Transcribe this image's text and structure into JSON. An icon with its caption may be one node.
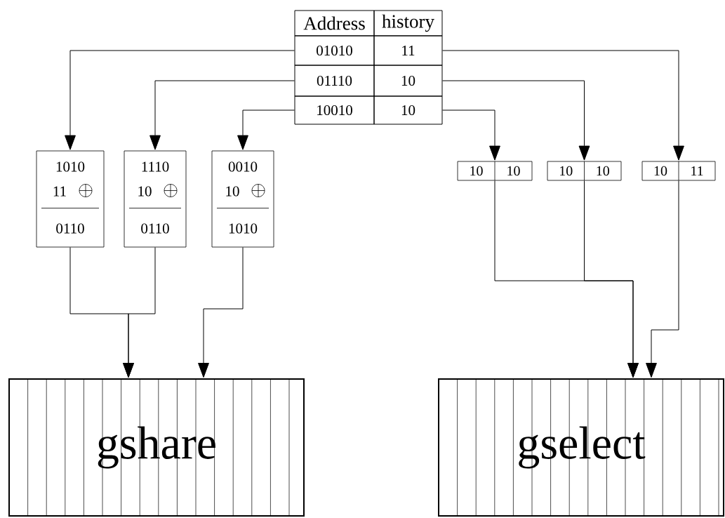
{
  "diagram": {
    "nodes": [
      {
        "text": [
          "Address"
        ]
      },
      {
        "text": [
          "history"
        ]
      },
      {
        "text": [
          "01010"
        ]
      },
      {
        "text": [
          "11"
        ]
      },
      {
        "text": [
          "01110"
        ]
      },
      {
        "text": [
          "10"
        ]
      },
      {
        "text": [
          "10010"
        ]
      },
      {
        "text": [
          "10"
        ]
      },
      {
        "text": [
          "1010",
          "11",
          "0110"
        ]
      },
      {
        "text": [
          "1110",
          "10",
          "0110"
        ]
      },
      {
        "text": [
          "0010",
          "10",
          "1010"
        ]
      },
      {
        "text": [
          "10",
          "10"
        ]
      },
      {
        "text": [
          "10",
          "10"
        ]
      },
      {
        "text": [
          "10",
          "11"
        ]
      },
      {
        "text": [
          "gshare"
        ]
      },
      {
        "text": [
          "gselect"
        ]
      }
    ],
    "edges": [
      {
        "from": 2,
        "to": 8,
        "arrow": "to"
      },
      {
        "from": 4,
        "to": 9,
        "arrow": "to"
      },
      {
        "from": 6,
        "to": 10,
        "arrow": "to"
      },
      {
        "from": 3,
        "to": 13,
        "arrow": "to"
      },
      {
        "from": 5,
        "to": 12,
        "arrow": "to"
      },
      {
        "from": 7,
        "to": 11,
        "arrow": "to"
      },
      {
        "from": 8,
        "to": 14,
        "arrow": "to"
      },
      {
        "from": 9,
        "to": 14,
        "arrow": "to"
      },
      {
        "from": 10,
        "to": 14,
        "arrow": "to"
      },
      {
        "from": 11,
        "to": 15,
        "arrow": "to"
      },
      {
        "from": 12,
        "to": 15,
        "arrow": "to"
      },
      {
        "from": 13,
        "to": 15,
        "arrow": "to"
      }
    ]
  }
}
